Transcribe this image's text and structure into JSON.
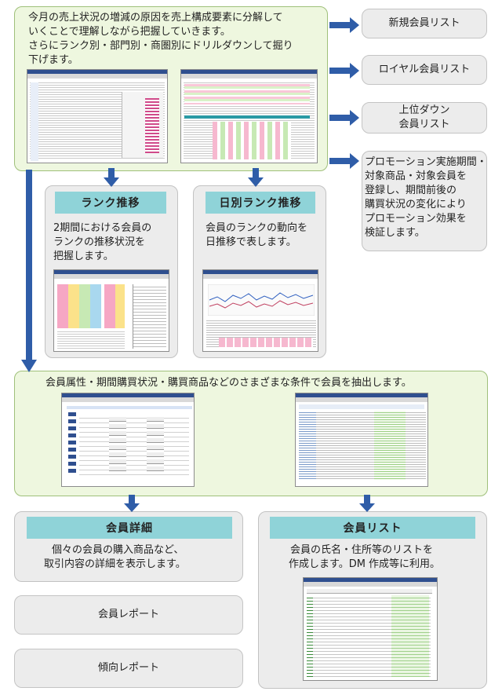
{
  "top": {
    "line1": "今月の売上状況の増減の原因を売上構成要素に分解して",
    "line2": "いくことで理解しながら把握していきます。",
    "line3": "さらにランク別・部門別・商圏別にドリルダウンして掘り",
    "line4": "下げます。"
  },
  "side": {
    "new_members": "新規会員リスト",
    "loyal_members": "ロイヤル会員リスト",
    "down_line1": "上位ダウン",
    "down_line2": "会員リスト",
    "promo_line1": "プロモーション実施期間・",
    "promo_line2": "対象商品・対象会員を",
    "promo_line3": "登録し、期間前後の",
    "promo_line4": "購買状況の変化により",
    "promo_line5": "プロモーション効果を",
    "promo_line6": "検証します。"
  },
  "rank": {
    "title": "ランク推移",
    "line1": "2期間における会員の",
    "line2": "ランクの推移状況を",
    "line3": "把握します。"
  },
  "daily": {
    "title": "日別ランク推移",
    "line1": "会員のランクの動向を",
    "line2": "日推移で表します。"
  },
  "extract": {
    "text": "会員属性・期間購買状況・購買商品などのさまざまな条件で会員を抽出します。"
  },
  "detail": {
    "title": "会員詳細",
    "line1": "個々の会員の購入商品など、",
    "line2": "取引内容の詳細を表示します。"
  },
  "memberlist": {
    "title": "会員リスト",
    "line1": "会員の氏名・住所等のリストを",
    "line2": "作成します。DM 作成等に利用。"
  },
  "report1": "会員レポート",
  "report2": "傾向レポート",
  "colors": {
    "arrow": "#2f5da8",
    "teal": "#8fd3d8",
    "green_panel": "#eef7df",
    "gray_panel": "#ececec"
  }
}
